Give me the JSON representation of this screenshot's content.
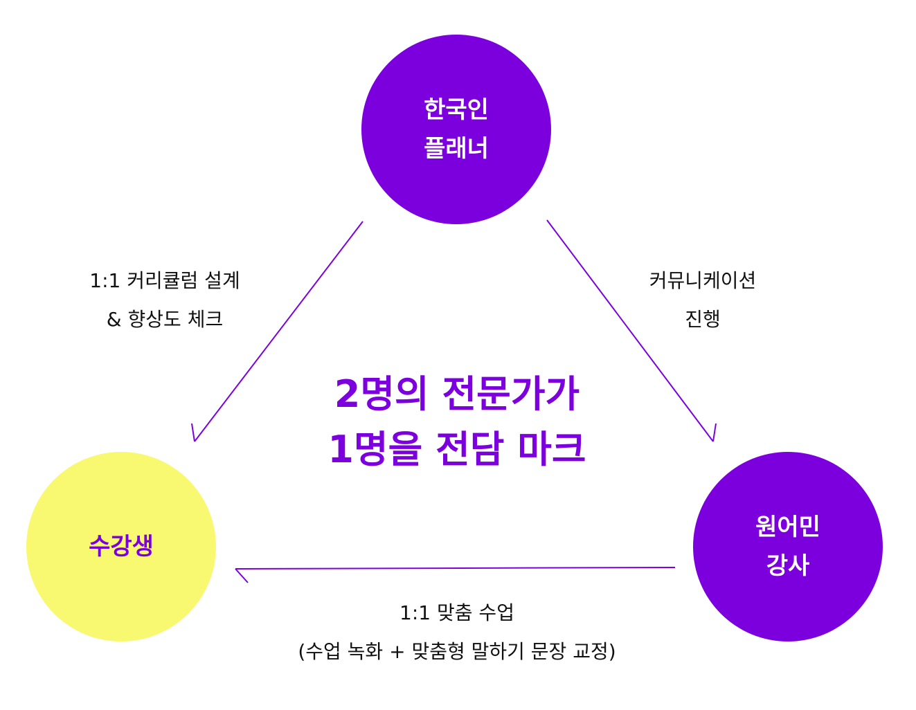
{
  "colors": {
    "accent_purple": "#7b00dd",
    "highlight_yellow": "#f9f871",
    "text_dark": "#111111"
  },
  "nodes": {
    "planner": {
      "line1": "한국인",
      "line2": "플래너"
    },
    "student": {
      "line1": "수강생"
    },
    "tutor": {
      "line1": "원어민",
      "line2": "강사"
    }
  },
  "edges": {
    "planner_to_student": {
      "line1": "1:1 커리큘럼 설계",
      "line2": "& 향상도 체크"
    },
    "planner_to_tutor": {
      "line1": "커뮤니케이션",
      "line2": "진행"
    },
    "tutor_to_student": {
      "line1": "1:1 맞춤 수업",
      "line2": "(수업 녹화 + 맞춤형 말하기 문장 교정)"
    }
  },
  "center": {
    "line1": "2명의 전문가가",
    "line2": "1명을 전담 마크"
  }
}
